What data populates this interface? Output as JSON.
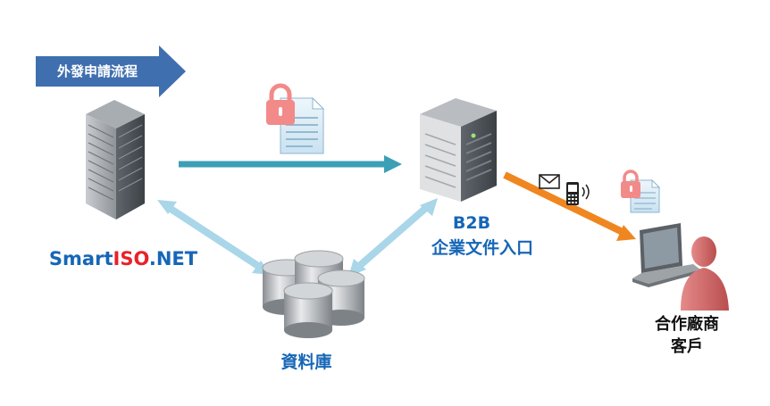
{
  "banner": {
    "label": "外發申請流程"
  },
  "nodes": {
    "smartiso": {
      "label_part1": "Smart",
      "label_part2": "ISO",
      "label_part3": ".NET"
    },
    "b2b": {
      "line1": "B2B",
      "line2": "企業文件入口"
    },
    "database": {
      "label": "資料庫"
    },
    "partner": {
      "line1": "合作廠商",
      "line2": "客戶"
    }
  },
  "colors": {
    "banner": "#3f6faf",
    "blue_text": "#1666b7",
    "red_text": "#e8222a",
    "teal_arrow": "#3b9fb5",
    "light_arrow": "#a9d6e8",
    "orange_arrow": "#f0861f",
    "lock": "#f28a8a",
    "person": "#d76f6f"
  },
  "icons": [
    "server-icon",
    "database-icon",
    "document-lock-icon",
    "email-icon",
    "mobile-phone-icon",
    "laptop-icon",
    "person-icon"
  ]
}
